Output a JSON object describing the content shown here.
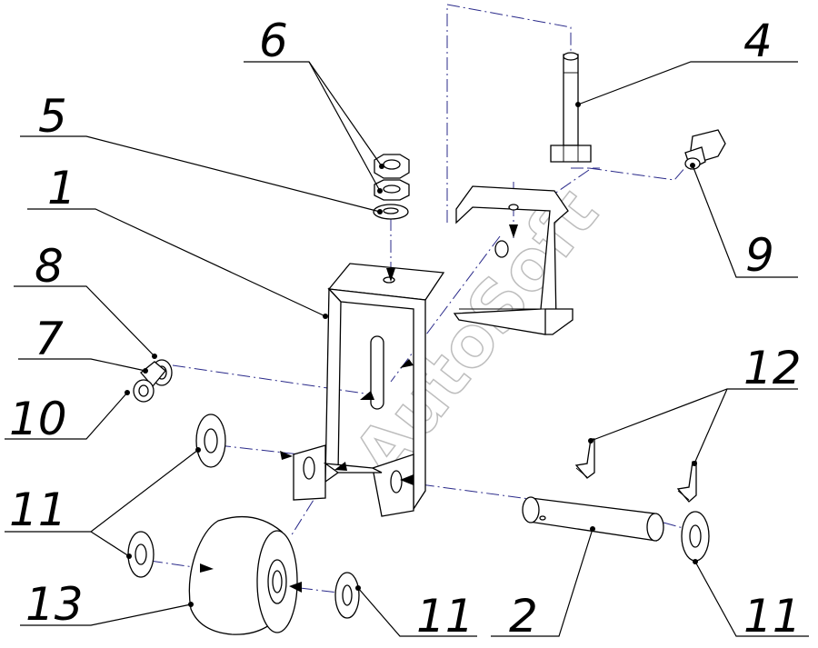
{
  "diagram": {
    "watermark": "AutoSoft",
    "callouts": {
      "c1": "1",
      "c2": "2",
      "c4": "4",
      "c5": "5",
      "c6": "6",
      "c7": "7",
      "c8": "8",
      "c9": "9",
      "c10": "10",
      "c11a": "11",
      "c11b": "11",
      "c11c": "11",
      "c12": "12",
      "c13": "13"
    }
  }
}
